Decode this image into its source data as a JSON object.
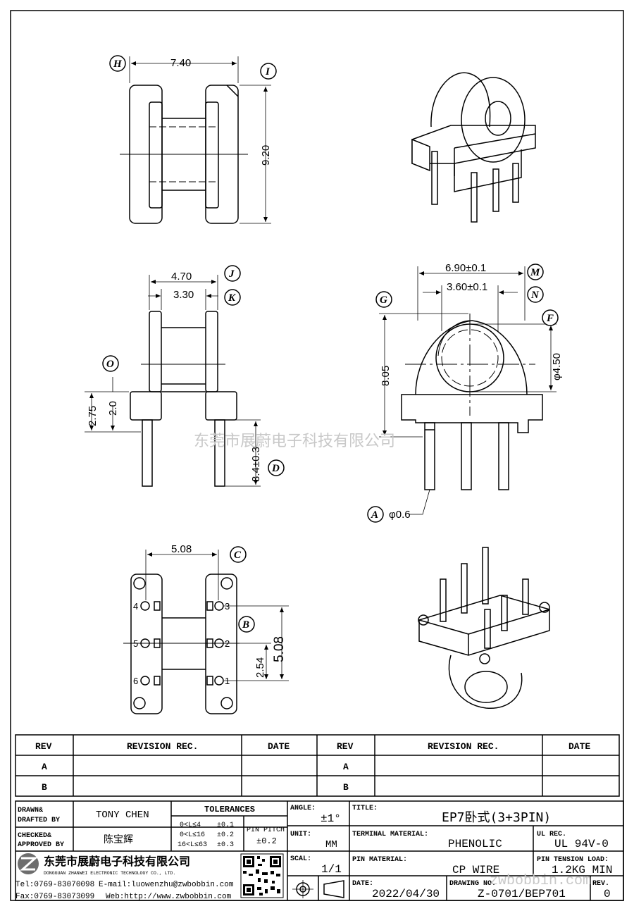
{
  "dimensions": {
    "top_width": "7.40",
    "top_height": "9.20",
    "side_outer_width": "4.70",
    "side_inner_width": "3.30",
    "side_height_total": "2.75",
    "side_height_base": "2.0",
    "pin_length": "3.4±0.3",
    "front_width": "6.90±0.1",
    "front_inner": "3.60±0.1",
    "front_height": "8.05",
    "front_diameter": "φ4.50",
    "pin_diameter": "φ0.6",
    "pin_spacing": "5.08",
    "pin_pitch_row": "2.54",
    "pin_span_vertical": "5.08"
  },
  "balloons": [
    "H",
    "I",
    "J",
    "K",
    "O",
    "D",
    "G",
    "M",
    "N",
    "F",
    "A",
    "C",
    "B"
  ],
  "pin_labels": {
    "left": [
      "4",
      "5",
      "6"
    ],
    "right": [
      "3",
      "2",
      "1"
    ]
  },
  "watermark": {
    "company": "东莞市展蔚电子科技有限公司",
    "site": "zwbobbin.com"
  },
  "revision_table": {
    "headers": [
      "REV",
      "REVISION REC.",
      "DATE",
      "REV",
      "REVISION REC.",
      "DATE"
    ],
    "rows": [
      [
        "A",
        "",
        "",
        "A",
        "",
        ""
      ],
      [
        "B",
        "",
        "",
        "B",
        "",
        ""
      ]
    ]
  },
  "title_block": {
    "drawn_label": "DRAWN&\nDRAFTED BY",
    "drawn_label_1": "DRAWN&",
    "drawn_label_2": "DRAFTED BY",
    "drawn_by": "TONY CHEN",
    "checked_label_1": "CHECKED&",
    "checked_label_2": "APPROVED BY",
    "approved_by": "陈宝辉",
    "tolerances_label": "TOLERANCES",
    "tol_rows": [
      {
        "range": "0<L≤4",
        "tol": "±0.1"
      },
      {
        "range": "0<L≤16",
        "tol": "±0.2"
      },
      {
        "range": "16<L≤63",
        "tol": "±0.3"
      }
    ],
    "pin_pitch_label_1": "PIN PITCH",
    "pin_pitch_value": "±0.2",
    "angle_label": "ANGLE:",
    "angle_value": "±1°",
    "unit_label": "UNIT:",
    "unit_value": "MM",
    "scale_label": "SCAL:",
    "scale_value": "1/1",
    "title_label": "TITLE:",
    "title_value": "EP7卧式(3+3PIN)",
    "terminal_material_label": "TERMINAL MATERIAL:",
    "terminal_material_value": "PHENOLIC",
    "ul_rec_label": "UL REC.",
    "ul_rec_value": "UL 94V-0",
    "pin_material_label": "PIN MATERIAL:",
    "pin_material_value": "CP WIRE",
    "pin_tension_label": "PIN TENSION LOAD:",
    "pin_tension_value": "1.2KG MIN",
    "date_label": "DATE:",
    "date_value": "2022/04/30",
    "drawing_no_label": "DRAWING NO.",
    "drawing_no_value": "Z-0701/BEP701",
    "rev_label": "REV.",
    "rev_value": "0",
    "company_cn": "东莞市展蔚电子科技有限公司",
    "company_en": "DONGGUAN ZHANWEI ELECTRONIC TECHNOLOGY CO., LTD.",
    "tel": "Tel:0769-83070098",
    "email": "E-mail:luowenzhu@zwbobbin.com",
    "fax": "Fax:0769-83073099",
    "web": "Web:http://www.zwbobbin.com"
  }
}
